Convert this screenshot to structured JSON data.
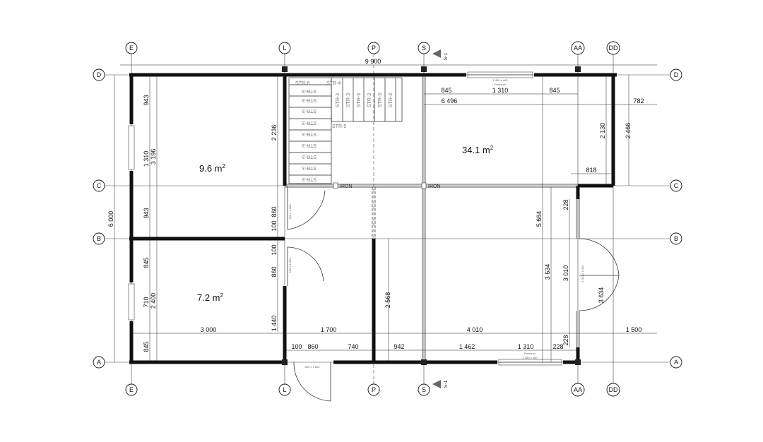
{
  "grid": {
    "columns": [
      "E",
      "L",
      "P",
      "S",
      "AA",
      "DD"
    ],
    "rows": [
      "D",
      "C",
      "B",
      "A"
    ]
  },
  "rooms": [
    {
      "area": "9.6 m",
      "sup": "2"
    },
    {
      "area": "7.2 m",
      "sup": "2"
    },
    {
      "area": "34.1 m",
      "sup": "2"
    }
  ],
  "dims": {
    "overall_width": "9 900",
    "overall_depth": "6 000",
    "top_845a": "845",
    "top_1310": "1 310",
    "top_845b": "845",
    "top_6496": "6 496",
    "top_782": "782",
    "left_943a": "943",
    "left_1310": "1 310",
    "left_3196": "3 196",
    "left_943b": "943",
    "left_845a": "845",
    "left_710": "710",
    "left_2400": "2 400",
    "left_845b": "845",
    "mid_2236": "2 236",
    "mid_860a": "860",
    "mid_100a": "100",
    "mid_100b": "100",
    "mid_860b": "860",
    "mid_1440": "1 440",
    "mid_2568": "2 568",
    "right_2130": "2 130",
    "right_2466": "2 466",
    "right_818": "818",
    "right_228a": "228",
    "right_5664": "5 664",
    "right_3634a": "3 634",
    "right_3010": "3 010",
    "right_3634b": "3 634",
    "right_228b": "228",
    "row_3000": "3 000",
    "row_1700": "1 700",
    "row_4010": "4 010",
    "row_1500": "1 500",
    "bot_100": "100",
    "bot_860": "860",
    "bot_740": "740",
    "bot_942": "942",
    "bot_1462": "1 462",
    "bot_1310": "1 310",
    "bot_228": "228"
  },
  "labels": {
    "iron1": "IRON",
    "iron2": "IRON",
    "section_top": "S-1",
    "section_bottom": "S-1",
    "door_a": "850 x 1 980",
    "door_b": "850 x 1 980",
    "door_c": "850 x 1 860",
    "door_d": "3 000 x 1 980",
    "win_top": "1 460 x 440",
    "win_top_brand": "Premium",
    "win_bot": "1 360 x 450",
    "win_bot_brand": "Premium",
    "stairs": [
      "STR-8",
      "STR-4",
      "STR-3",
      "STR-3",
      "STR-3",
      "STR-3",
      "STR-3",
      "STR-3",
      "STR-3",
      "STR-3",
      "STR-3",
      "STR-5",
      "STR-3",
      "STR-3",
      "STR-3",
      "STR-3",
      "STR-3",
      "STR-3"
    ]
  }
}
